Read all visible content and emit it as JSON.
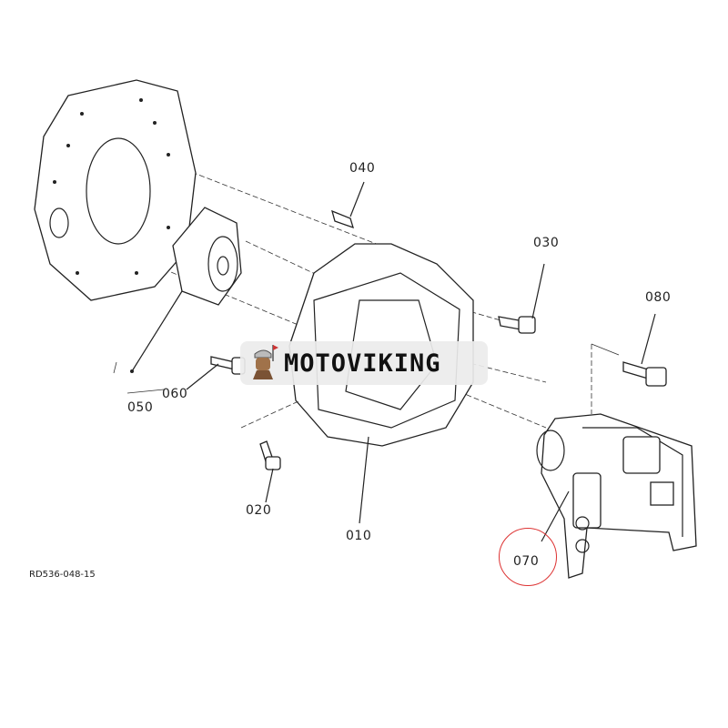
{
  "diagram": {
    "drawing_number": "RD536-048-15",
    "highlight_color": "#dd3333",
    "highlighted_part": "070",
    "parts": [
      {
        "id": "p010",
        "label": "010",
        "name": "housing"
      },
      {
        "id": "p020",
        "label": "020",
        "name": "bolt"
      },
      {
        "id": "p030",
        "label": "030",
        "name": "bolt"
      },
      {
        "id": "p040",
        "label": "040",
        "name": "pin"
      },
      {
        "id": "p050",
        "label": "050",
        "name": "coupling-plate"
      },
      {
        "id": "p060",
        "label": "060",
        "name": "bolt"
      },
      {
        "id": "p070",
        "label": "070",
        "name": "hydraulic-pump"
      },
      {
        "id": "p080",
        "label": "080",
        "name": "bolt"
      }
    ]
  },
  "watermark": {
    "text": "MOTOVIKING"
  }
}
